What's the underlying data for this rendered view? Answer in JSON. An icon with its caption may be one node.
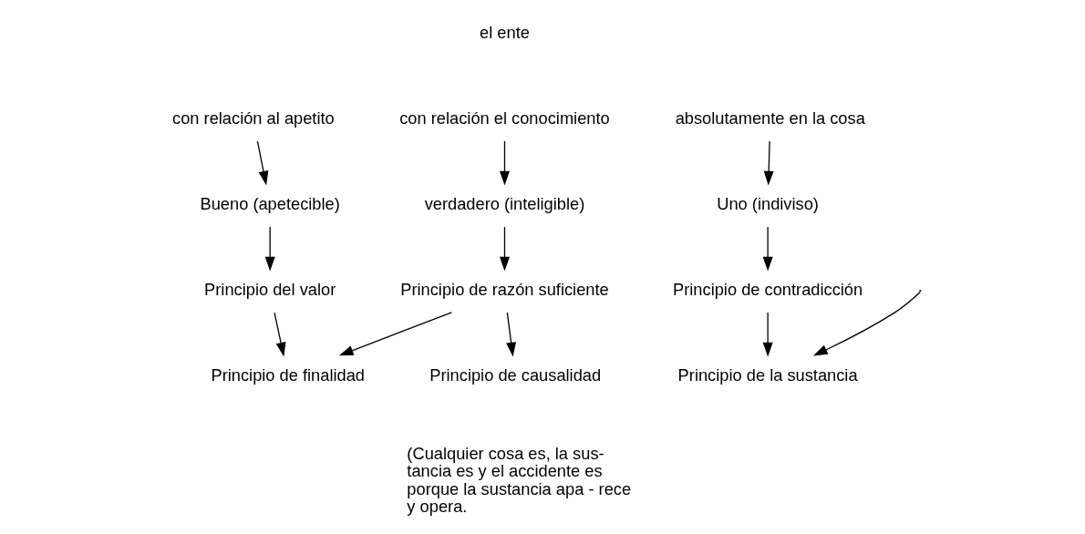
{
  "diagram": {
    "nodes": [
      {
        "text": [
          "el ente"
        ]
      },
      {
        "text": [
          "con relación el conocimiento"
        ]
      },
      {
        "text": [
          "con relación al apetito"
        ]
      },
      {
        "text": [
          "absolutamente en la cosa"
        ]
      },
      {
        "text": [
          "verdadero (inteligible)"
        ]
      },
      {
        "text": [
          "Bueno (apetecible)"
        ]
      },
      {
        "text": [
          "Uno (indiviso)"
        ]
      },
      {
        "text": [
          "Principio de razón suficiente"
        ]
      },
      {
        "text": [
          "Principio del valor"
        ]
      },
      {
        "text": [
          "Principio de contradicción"
        ]
      },
      {
        "text": [
          "Principio de causalidad"
        ]
      },
      {
        "text": [
          "Principio de finalidad"
        ]
      },
      {
        "text": [
          "Principio de la sustancia"
        ]
      },
      {
        "text": [
          "(Cualquier cosa es, la sus- tancia es y el accidente es porque la sustancia apa - rece y opera."
        ]
      }
    ],
    "edges": [
      {
        "from": 2,
        "to": 5,
        "arrow": "to"
      },
      {
        "from": 1,
        "to": 4,
        "arrow": "to"
      },
      {
        "from": 3,
        "to": 6,
        "arrow": "to"
      },
      {
        "from": 5,
        "to": 8,
        "arrow": "to"
      },
      {
        "from": 4,
        "to": 7,
        "arrow": "to"
      },
      {
        "from": 6,
        "to": 9,
        "arrow": "to"
      },
      {
        "from": 8,
        "to": 11,
        "arrow": "to"
      },
      {
        "from": 7,
        "to": 11,
        "arrow": "to"
      },
      {
        "from": 7,
        "to": 10,
        "arrow": "to"
      },
      {
        "from": null,
        "to": 12,
        "arrow": "to"
      },
      {
        "from": 9,
        "to": 12,
        "arrow": "to"
      }
    ]
  }
}
